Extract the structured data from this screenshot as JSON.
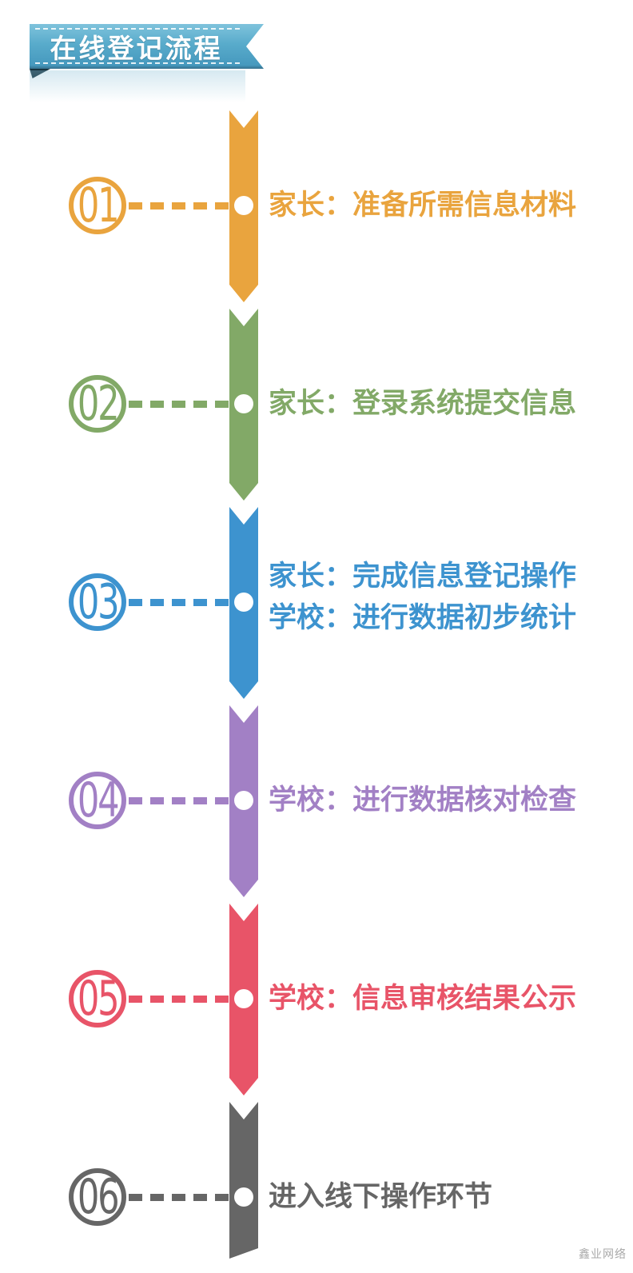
{
  "banner": {
    "title": "在线登记流程"
  },
  "steps": [
    {
      "number": "01",
      "color": "#E9A43E",
      "lines": [
        "家长：准备所需信息材料"
      ]
    },
    {
      "number": "02",
      "color": "#82A967",
      "lines": [
        "家长：登录系统提交信息"
      ]
    },
    {
      "number": "03",
      "color": "#3D93CF",
      "lines": [
        "家长：完成信息登记操作",
        "学校：进行数据初步统计"
      ]
    },
    {
      "number": "04",
      "color": "#A280C5",
      "lines": [
        "学校：进行数据核对检查"
      ]
    },
    {
      "number": "05",
      "color": "#E85468",
      "lines": [
        "学校：信息审核结果公示"
      ]
    },
    {
      "number": "06",
      "color": "#666666",
      "lines": [
        "进入线下操作环节"
      ]
    }
  ],
  "watermark": "鑫业网络",
  "colors": {
    "banner_top": "#7FC3DC",
    "banner_bottom": "#4699BE",
    "banner_fold": "#17333F",
    "node_dot": "#FFFFFF"
  }
}
